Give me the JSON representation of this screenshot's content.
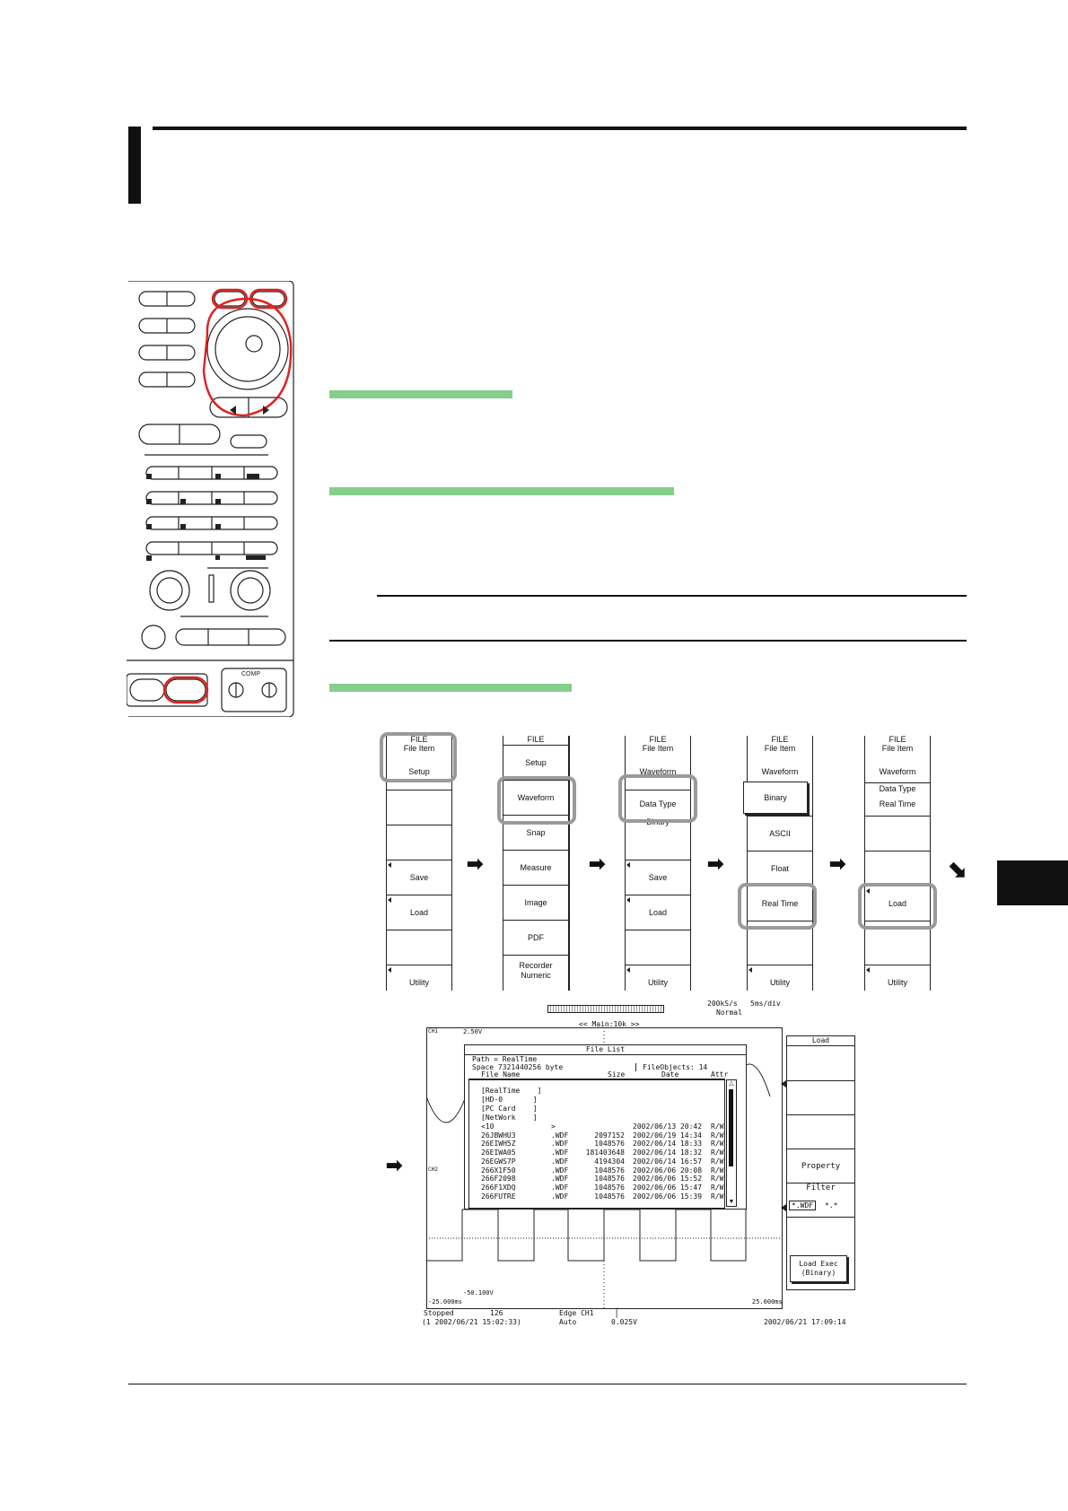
{
  "menus": [
    {
      "header": "FILE",
      "items": [
        "File Item",
        "Setup",
        "",
        "",
        "Save",
        "Load",
        "",
        "Utility"
      ]
    },
    {
      "header": "FILE",
      "items": [
        "Setup",
        "Waveform",
        "Snap",
        "Measure",
        "Image",
        "PDF",
        "Recorder\nNumeric"
      ]
    },
    {
      "header": "FILE",
      "items": [
        "File Item",
        "Waveform",
        "Data Type",
        "Binary",
        "",
        "Save",
        "Load",
        "",
        "Utility"
      ]
    },
    {
      "header": "FILE",
      "items": [
        "File Item",
        "Waveform",
        "Binary",
        "ASCII",
        "Float",
        "Real Time",
        "",
        "Utility"
      ]
    },
    {
      "header": "FILE",
      "items": [
        "File Item",
        "Waveform",
        "Data Type",
        "Real Time",
        "",
        "",
        "Load",
        "",
        "Utility"
      ]
    }
  ],
  "flow_arrows": [
    "➡",
    "➡",
    "➡",
    "➡",
    "⬊"
  ],
  "screen": {
    "rate": "200kS/s",
    "tdiv": "5ms/div",
    "mode": "Normal",
    "ch1_label": "CH1",
    "ch1_scale": "2.50V",
    "ch2_label": "CH2",
    "main_label": "<< Main:10k >>",
    "left_time": "-25.000ms",
    "right_time": "25.000ms",
    "ch_offset": "-50.100V",
    "status": "Stopped",
    "count": "126",
    "trigger": "Edge CH1",
    "trigger_mode": "Auto",
    "trigger_level": "0.025V",
    "acq_date": "(1 2002/06/21 15:02:33)",
    "now": "2002/06/21 17:09:14",
    "filelist": {
      "title": "File List",
      "path": "Path = RealTime",
      "space": "Space 7321440256 byte",
      "objects": "FileObjects: 14",
      "columns": [
        "File Name",
        "Size",
        "Date",
        "Attr"
      ],
      "dirs": [
        "[RealTime    ]",
        "[HD-0       ]",
        "[PC Card    ]",
        "[NetWork    ]"
      ],
      "rows": [
        {
          "name": "<10",
          "ext": ">",
          "size": "",
          "date": "2002/06/13 20:42",
          "attr": "R/W"
        },
        {
          "name": "26JBWHU3",
          "ext": ".WDF",
          "size": "2097152",
          "date": "2002/06/19 14:34",
          "attr": "R/W"
        },
        {
          "name": "26EIWH5Z",
          "ext": ".WDF",
          "size": "1048576",
          "date": "2002/06/14 18:33",
          "attr": "R/W"
        },
        {
          "name": "26EIWA05",
          "ext": ".WDF",
          "size": "181403648",
          "date": "2002/06/14 18:32",
          "attr": "R/W"
        },
        {
          "name": "26EGWS7P",
          "ext": ".WDF",
          "size": "4194304",
          "date": "2002/06/14 16:57",
          "attr": "R/W"
        },
        {
          "name": "266X1F50",
          "ext": ".WDF",
          "size": "1048576",
          "date": "2002/06/06 20:08",
          "attr": "R/W"
        },
        {
          "name": "266F2098",
          "ext": ".WDF",
          "size": "1048576",
          "date": "2002/06/06 15:52",
          "attr": "R/W"
        },
        {
          "name": "266F1XDQ",
          "ext": ".WDF",
          "size": "1048576",
          "date": "2002/06/06 15:47",
          "attr": "R/W"
        },
        {
          "name": "266FUTRE",
          "ext": ".WDF",
          "size": "1048576",
          "date": "2002/06/06 15:39",
          "attr": "R/W"
        }
      ]
    },
    "panel": {
      "title": "Load",
      "property": "Property",
      "filter_label": "Filter",
      "filter_sel": "*.WDF",
      "filter_alt": "*.*",
      "exec": "Load Exec\n(Binary)"
    }
  },
  "front_panel": {
    "comp_label": "COMP"
  }
}
